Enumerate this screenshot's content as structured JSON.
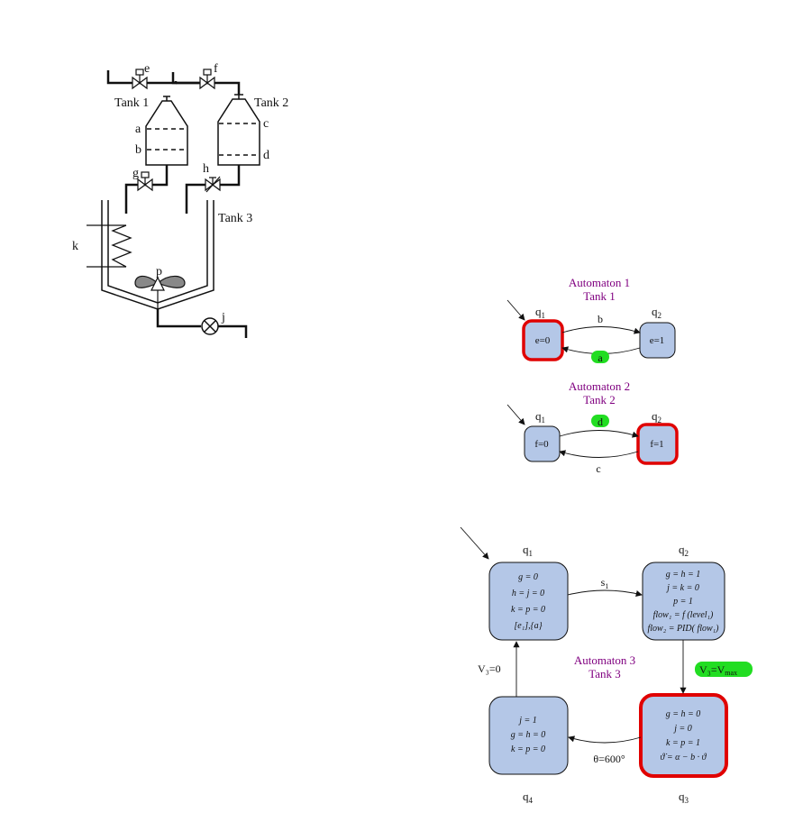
{
  "plant": {
    "valve_e": "e",
    "valve_f": "f",
    "valve_g": "g",
    "valve_h": "h",
    "tank1": "Tank 1",
    "tank2": "Tank 2",
    "tank3": "Tank 3",
    "level_a": "a",
    "level_b": "b",
    "level_c": "c",
    "level_d": "d",
    "heater_k": "k",
    "mixer_p": "p",
    "pump_j": "j"
  },
  "automaton1": {
    "title": "Automaton 1",
    "subtitle": "Tank 1",
    "q1": "q",
    "q1_sub": "1",
    "q2": "q",
    "q2_sub": "2",
    "s1_text": "e=0",
    "s2_text": "e=1",
    "edge_top": "b",
    "edge_bottom": "a"
  },
  "automaton2": {
    "title": "Automaton 2",
    "subtitle": "Tank 2",
    "q1": "q",
    "q1_sub": "1",
    "q2": "q",
    "q2_sub": "2",
    "s1_text": "f=0",
    "s2_text": "f=1",
    "edge_top": "d",
    "edge_bottom": "c"
  },
  "automaton3": {
    "title": "Automaton 3",
    "subtitle": "Tank 3",
    "q1": "q",
    "q1_sub": "1",
    "q2": "q",
    "q2_sub": "2",
    "q3": "q",
    "q3_sub": "3",
    "q4": "q",
    "q4_sub": "4",
    "s1_lines": [
      "g = 0",
      "h = j = 0",
      "k = p = 0",
      "[e₁],{a}"
    ],
    "s2_lines": [
      "g = h = 1",
      "j = k = 0",
      "p = 1",
      "flow₁ = f (level₁)",
      "flow₂ = PID( flow₁)"
    ],
    "s3_lines": [
      "g = h = 0",
      "j = 0",
      "k = p = 1",
      "ϑ̇ = α − b · ϑ"
    ],
    "s4_lines": [
      "j = 1",
      "g = h = 0",
      "k = p = 0"
    ],
    "edge_q1_q2": "s",
    "edge_q1_q2_sub": "1",
    "edge_q2_q3": "V₃=V",
    "edge_q2_q3_sub": "max",
    "edge_q3_q4": "θ=600°",
    "edge_q4_q1": "V₃=0"
  },
  "colors": {
    "state_fill": "#b4c7e7",
    "active_border": "#e00000",
    "highlight": "#22dd22",
    "title": "#800080"
  }
}
